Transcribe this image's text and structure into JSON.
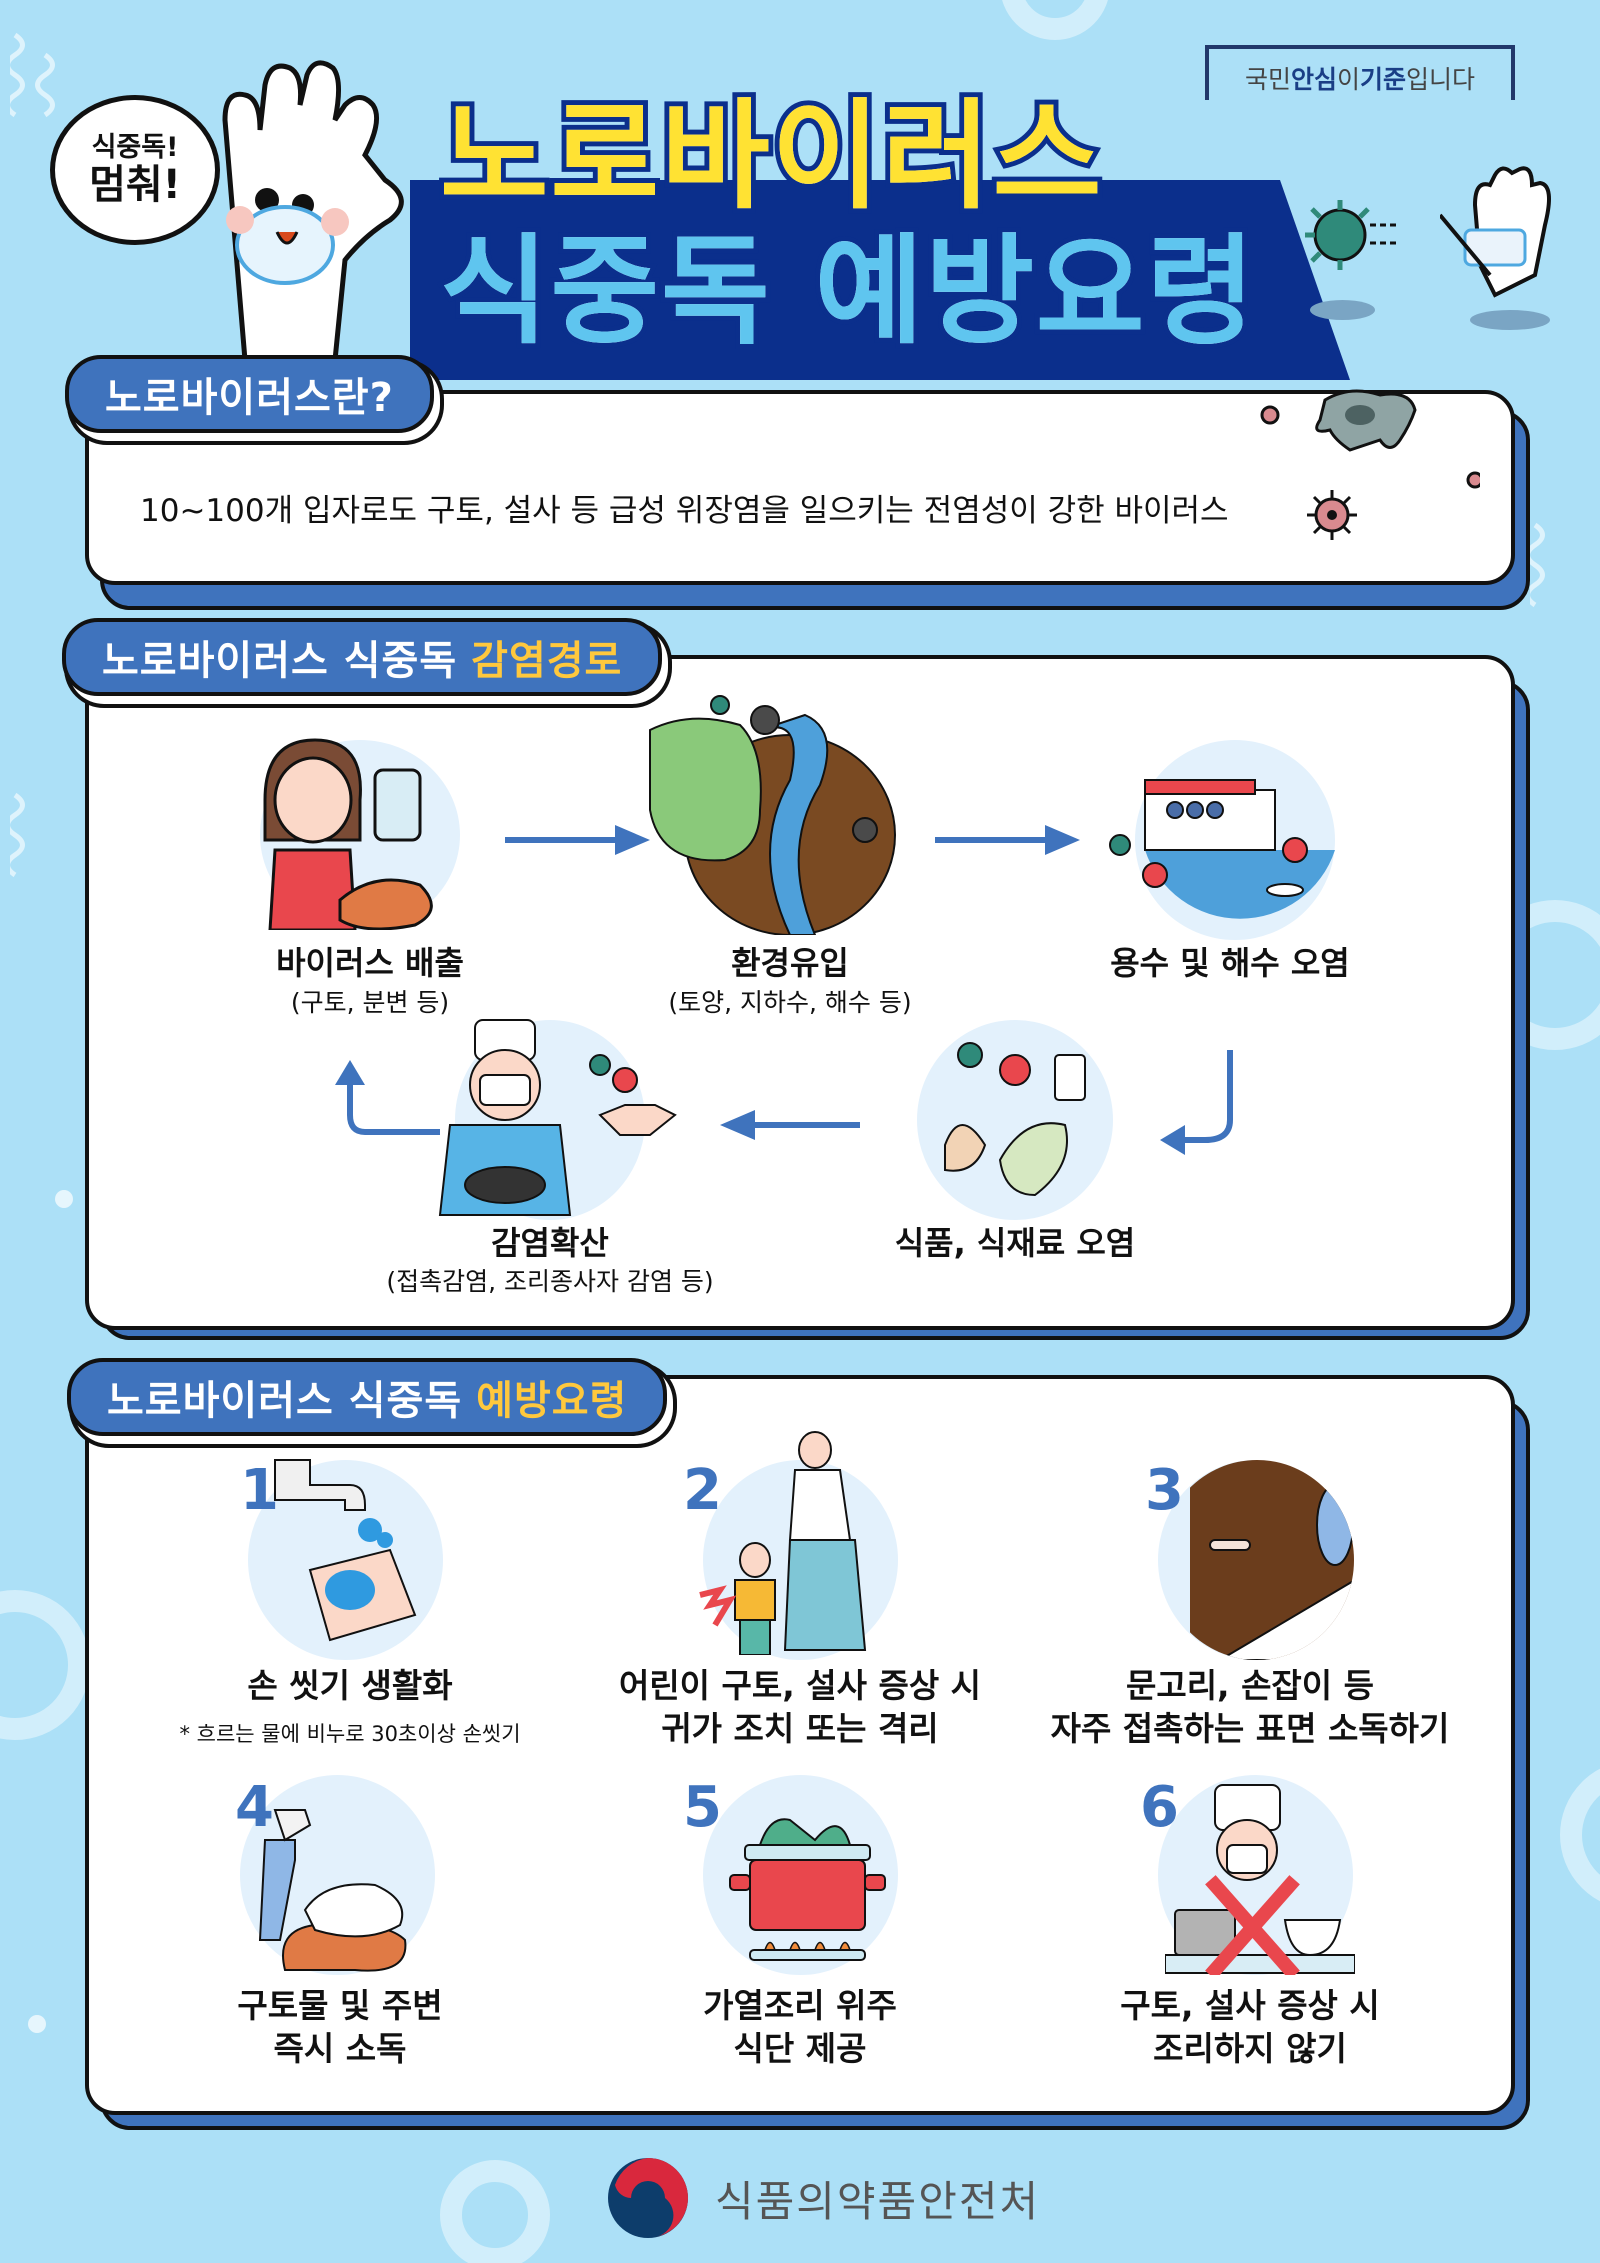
{
  "header": {
    "speech_bubble": {
      "line1": "식중독!",
      "line2": "멈춰!"
    },
    "title_line1": "노로바이러스",
    "title_line2": "식중독 예방요령",
    "tagline": {
      "pre": "국민 ",
      "bold1": "안심",
      "mid": "이 ",
      "bold2": "기준",
      "post": "입니다"
    }
  },
  "section_definition": {
    "heading": "노로바이러스란?",
    "text": "10~100개 입자로도 구토, 설사 등 급성 위장염을 일으키는 전염성이 강한 바이러스"
  },
  "section_route": {
    "heading": "노로바이러스 식중독",
    "heading_highlight": "감염경로",
    "steps": [
      {
        "label": "바이러스 배출",
        "sub": "(구토, 분변 등)",
        "icon": "vomiting-person-icon"
      },
      {
        "label": "환경유입",
        "sub": "(토양, 지하수, 해수 등)",
        "icon": "environment-river-icon"
      },
      {
        "label": "용수 및 해수 오염",
        "sub": "",
        "icon": "fishing-boat-sea-icon"
      },
      {
        "label": "식품, 식재료 오염",
        "sub": "",
        "icon": "contaminated-food-icon"
      },
      {
        "label": "감염확산",
        "sub": "(접촉감염, 조리종사자 감염 등)",
        "icon": "cook-handshake-icon"
      }
    ]
  },
  "section_prevention": {
    "heading": "노로바이러스 식중독",
    "heading_highlight": "예방요령",
    "items": [
      {
        "num": "1",
        "line1": "손 씻기 생활화",
        "line2": "",
        "note": "* 흐르는 물에 비누로 30초이상 손씻기",
        "icon": "handwashing-icon"
      },
      {
        "num": "2",
        "line1": "어린이 구토, 설사 증상 시",
        "line2": "귀가 조치 또는 격리",
        "note": "",
        "icon": "sick-child-icon"
      },
      {
        "num": "3",
        "line1": "문고리, 손잡이 등",
        "line2": "자주 접촉하는 표면 소독하기",
        "note": "",
        "icon": "door-handle-disinfect-icon"
      },
      {
        "num": "4",
        "line1": "구토물 및 주변",
        "line2": "즉시 소독",
        "note": "",
        "icon": "spray-disinfect-icon"
      },
      {
        "num": "5",
        "line1": "가열조리 위주",
        "line2": "식단 제공",
        "note": "",
        "icon": "cooking-pot-icon"
      },
      {
        "num": "6",
        "line1": "구토, 설사 증상 시",
        "line2": "조리하지 않기",
        "note": "",
        "icon": "no-cooking-icon"
      }
    ]
  },
  "footer": {
    "org": "식품의약품안전처"
  },
  "colors": {
    "background": "#ace0f7",
    "accent_blue": "#3f73bd",
    "navy": "#0b2f8c",
    "title_yellow": "#ffe233",
    "title_sky": "#5fc5ef",
    "highlight_yellow": "#ffc83d"
  }
}
